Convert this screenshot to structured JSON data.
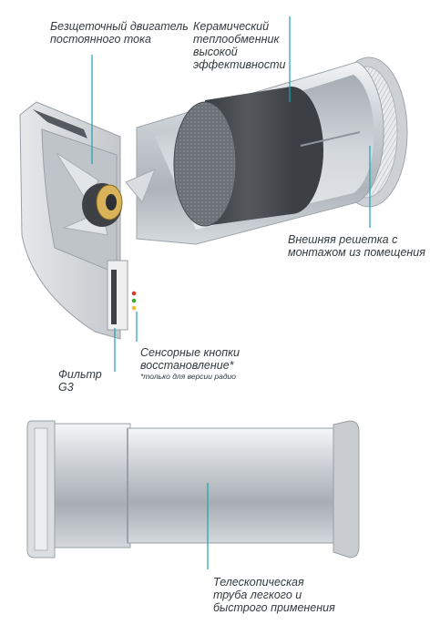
{
  "colors": {
    "leader_line": "#1aa3b0",
    "text": "#333a40",
    "led_red": "#d83a2c",
    "led_green": "#3ca83a",
    "led_yellow": "#e8c22a"
  },
  "labels": {
    "motor": "Безщеточный двигатель\nпостоянного тока",
    "exchanger": "Керамический\nтеплообменник\nвысокой\nэффективности",
    "grille": "Внешняя решетка с\nмонтажом из помещения",
    "buttons": "Сенсорные кнопки\nвосстановление*",
    "footnote": "*только для версии радио",
    "filter": "Фильтр\nG3",
    "tube": "Телескопическая\nтруба легкого и\nбыстрого применения"
  }
}
